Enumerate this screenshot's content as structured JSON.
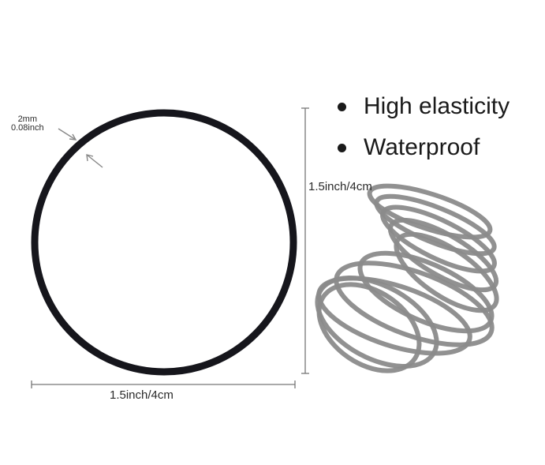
{
  "thickness": {
    "mm": "2mm",
    "inch": "0.08inch"
  },
  "width_label": "1.5inch/4cm",
  "height_label": "1.5inch/4cm",
  "features": [
    "High elasticity",
    "Waterproof"
  ],
  "colors": {
    "ring": "#16161c",
    "bands": "#8b8b8b",
    "dim_line": "#888888"
  }
}
